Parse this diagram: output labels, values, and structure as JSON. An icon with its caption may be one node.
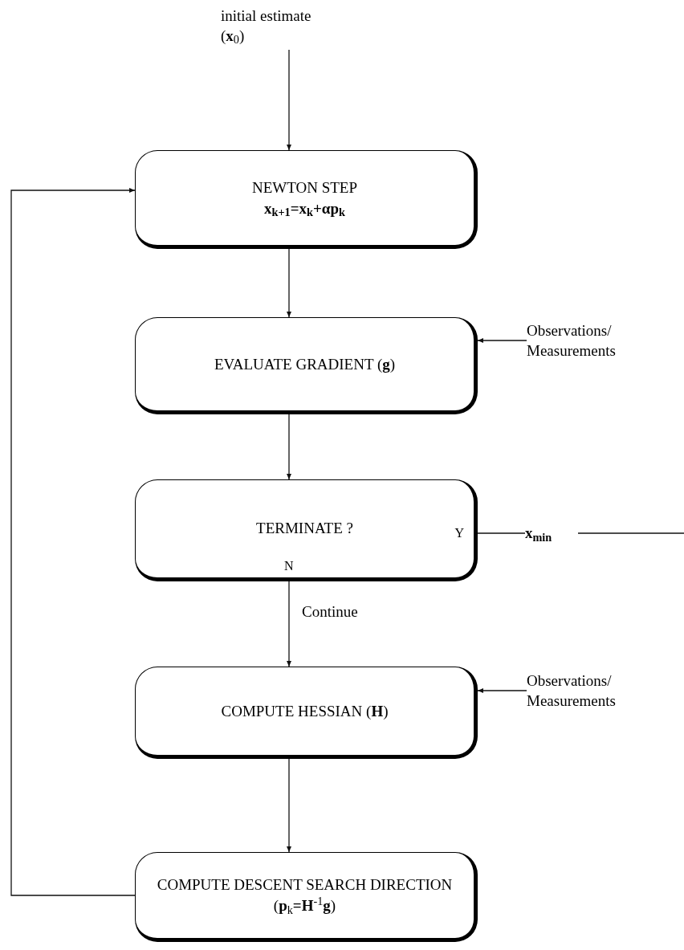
{
  "diagram": {
    "nodes": [
      {
        "text": [
          "initial estimate (**x**$_{0}$)"
        ]
      },
      {
        "text": [
          "NEWTON STEP",
          "x$_{k+1}$=x$_{k}$+αp$_{k}$"
        ]
      },
      {
        "text": [
          "EVALUATE GRADIENT (**g**)"
        ]
      },
      {
        "text": [
          "Observations/ Measurements"
        ]
      },
      {
        "text": [
          "TERMINATE ?",
          "Y",
          "N"
        ]
      },
      {
        "text": [
          "x$_{min}$"
        ]
      },
      {
        "text": [
          "COMPUTE HESSIAN (**H**)"
        ]
      },
      {
        "text": [
          "Observations/ Measurements"
        ]
      },
      {
        "text": [
          "COMPUTE DESCENT SEARCH DIRECTION (**p**$_{k}$**=H**$^{-1}$**g**)"
        ]
      }
    ],
    "edges": [
      {
        "from": 0,
        "to": 1,
        "arrow": "to"
      },
      {
        "from": 1,
        "to": 2,
        "arrow": "to"
      },
      {
        "from": 3,
        "to": 2,
        "arrow": "to"
      },
      {
        "from": 2,
        "to": 4,
        "arrow": "to"
      },
      {
        "from": 4,
        "to": 5,
        "arrow": "none"
      },
      {
        "from": 5,
        "to": null,
        "arrow": "none"
      },
      {
        "from": 4,
        "to": 6,
        "label": "Continue",
        "arrow": "to"
      },
      {
        "from": 7,
        "to": 6,
        "arrow": "to"
      },
      {
        "from": 6,
        "to": 8,
        "arrow": "to"
      },
      {
        "from": 8,
        "to": 1,
        "arrow": "to"
      }
    ]
  }
}
